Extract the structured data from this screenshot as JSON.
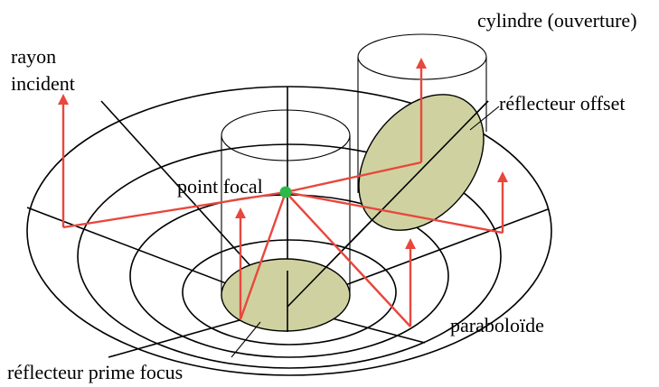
{
  "labels": {
    "cylinder": "cylindre (ouverture)",
    "ray_line1": "rayon",
    "ray_line2": "incident",
    "offset_reflector": "réflecteur offset",
    "focal_point": "point focal",
    "paraboloid": "paraboloïde",
    "prime_focus_reflector": "réflecteur prime focus"
  },
  "colors": {
    "ray": "#e8473d",
    "reflector_fill": "#cfd2a0",
    "focal_point": "#2db84a",
    "wire": "#000000"
  }
}
